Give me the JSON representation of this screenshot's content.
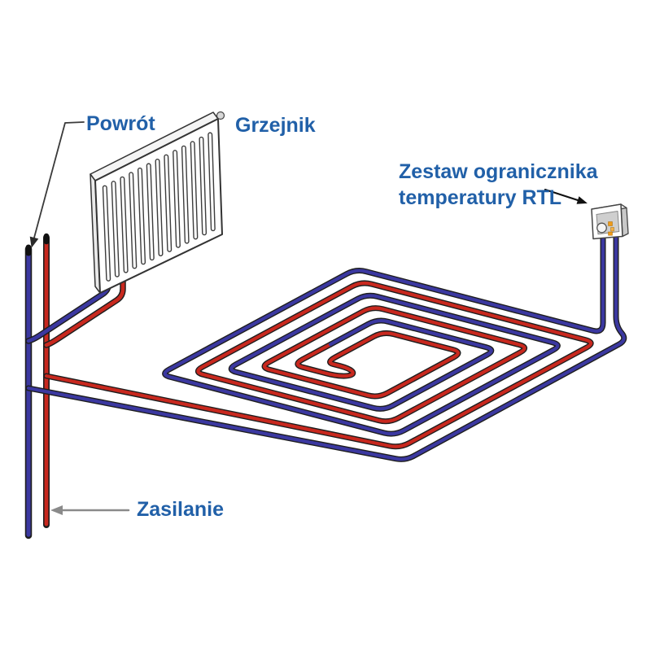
{
  "labels": {
    "powrot": "Powrót",
    "grzejnik": "Grzejnik",
    "rtl_line1": "Zestaw ogranicznika",
    "rtl_line2": "temperatury RTL",
    "zasilanie": "Zasilanie"
  },
  "colors": {
    "supply_pipe_red": "#c8281e",
    "return_pipe_blue": "#3b38a0",
    "pipe_outline": "#1e1e1e",
    "label_text": "#2160a8",
    "leader_dark": "#3a3a3a",
    "leader_gray": "#8a8a8a",
    "radiator_fill": "#ffffff",
    "radiator_line": "#333333",
    "rtl_box_fill": "#ffffff",
    "rtl_panel_fill": "#cfcfcf",
    "rtl_accent_orange": "#ef9b1a"
  }
}
